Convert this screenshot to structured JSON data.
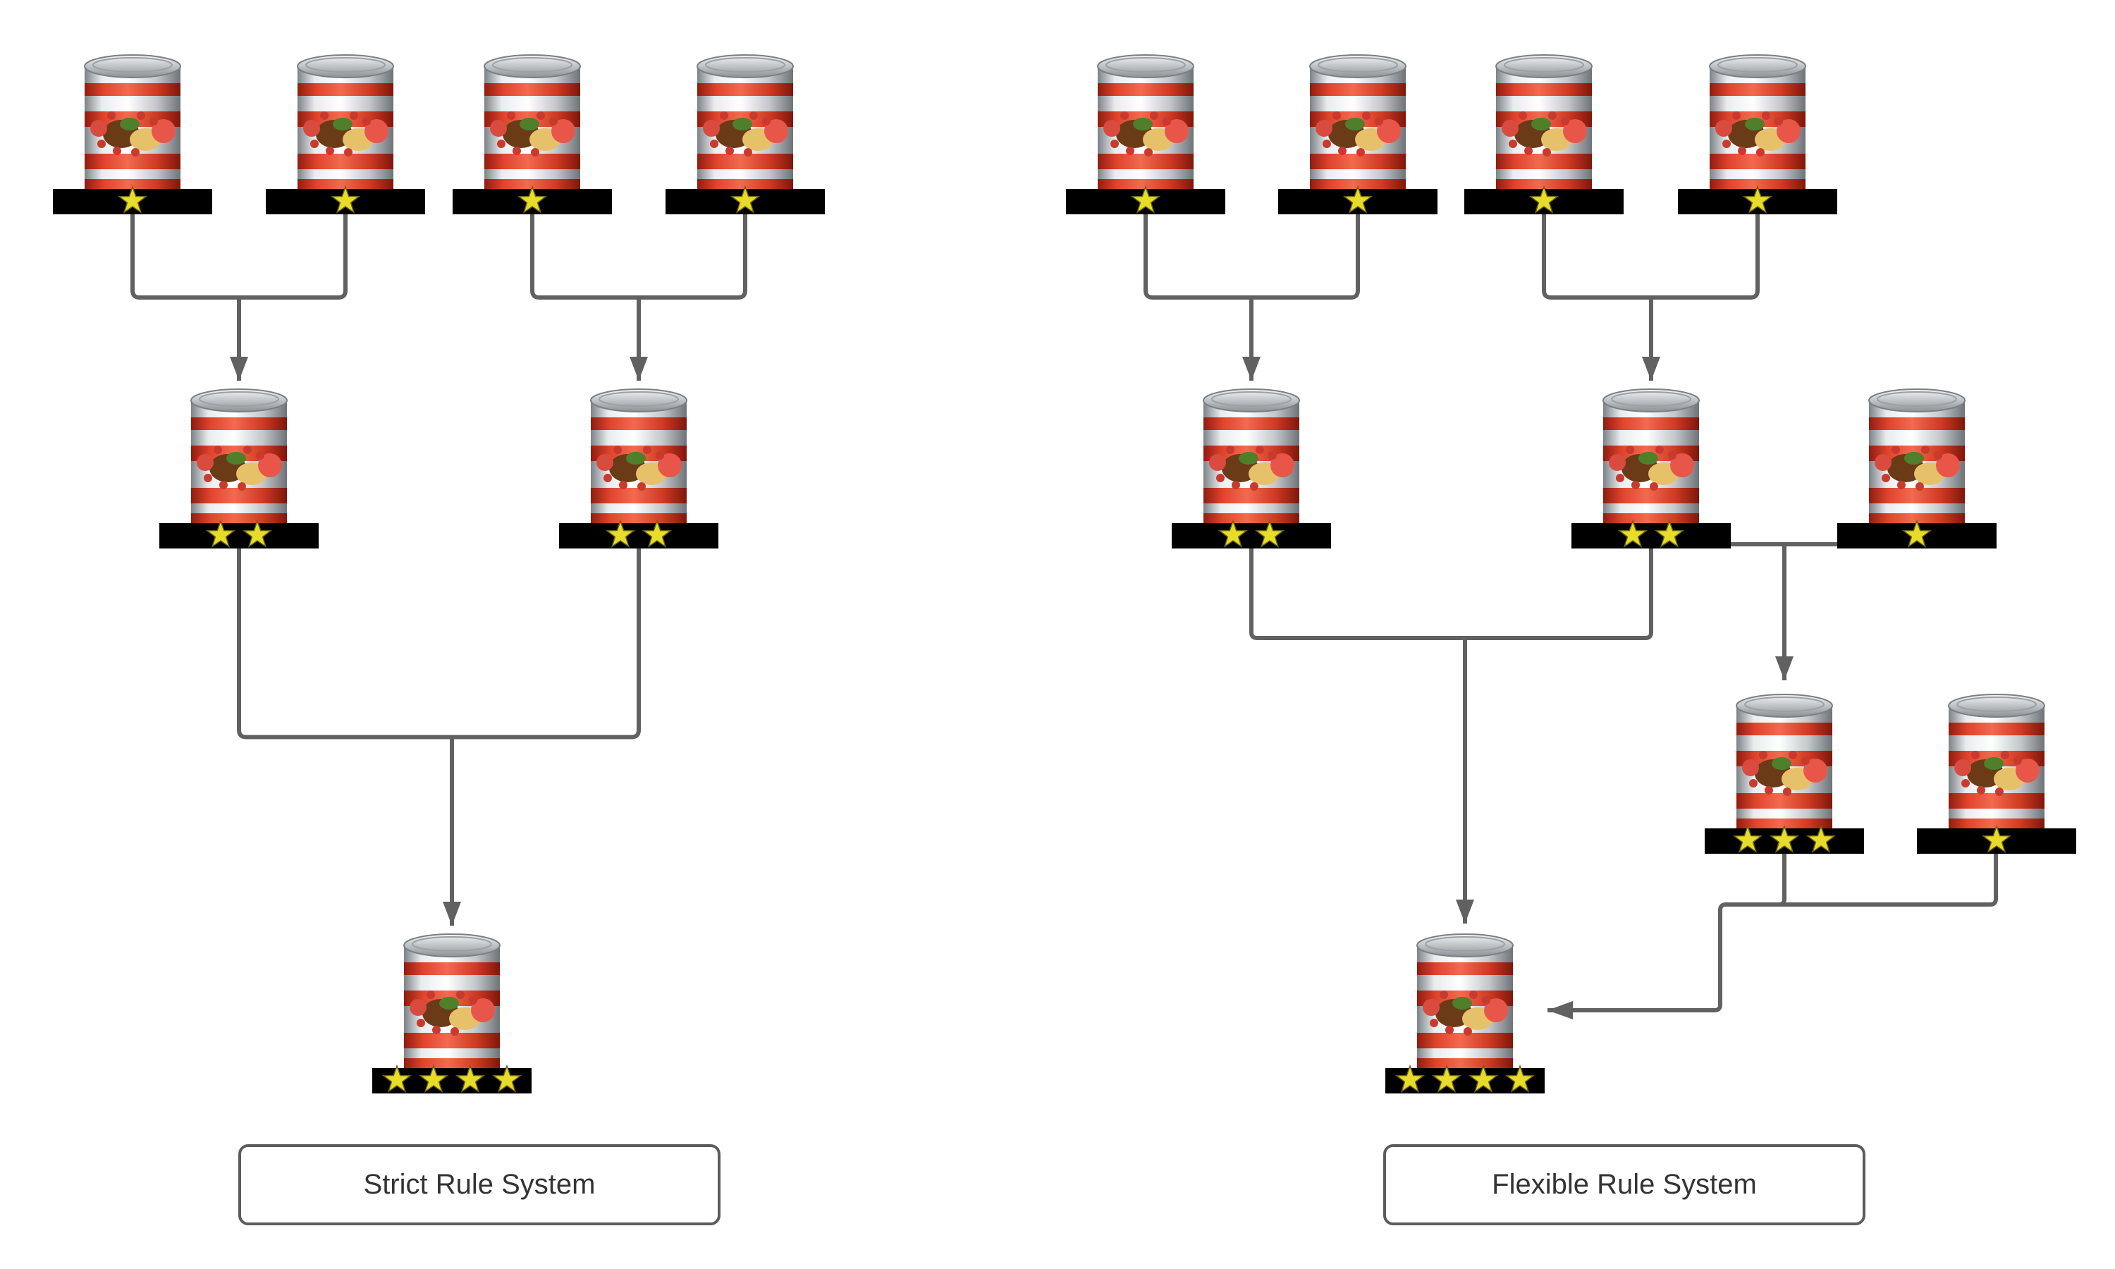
{
  "panels": [
    {
      "id": "strict",
      "label": "Strict Rule System"
    },
    {
      "id": "flexible",
      "label": "Flexible Rule System"
    }
  ],
  "nodes": [
    {
      "id": "s1",
      "panel": "strict",
      "icon": "food-can-icon",
      "stars": 1
    },
    {
      "id": "s2",
      "panel": "strict",
      "icon": "food-can-icon",
      "stars": 1
    },
    {
      "id": "s3",
      "panel": "strict",
      "icon": "food-can-icon",
      "stars": 1
    },
    {
      "id": "s4",
      "panel": "strict",
      "icon": "food-can-icon",
      "stars": 1
    },
    {
      "id": "s5",
      "panel": "strict",
      "icon": "food-can-icon",
      "stars": 2
    },
    {
      "id": "s6",
      "panel": "strict",
      "icon": "food-can-icon",
      "stars": 2
    },
    {
      "id": "s7",
      "panel": "strict",
      "icon": "food-can-icon",
      "stars": 4
    },
    {
      "id": "f1",
      "panel": "flexible",
      "icon": "food-can-icon",
      "stars": 1
    },
    {
      "id": "f2",
      "panel": "flexible",
      "icon": "food-can-icon",
      "stars": 1
    },
    {
      "id": "f3",
      "panel": "flexible",
      "icon": "food-can-icon",
      "stars": 1
    },
    {
      "id": "f4",
      "panel": "flexible",
      "icon": "food-can-icon",
      "stars": 1
    },
    {
      "id": "f5",
      "panel": "flexible",
      "icon": "food-can-icon",
      "stars": 2
    },
    {
      "id": "f6",
      "panel": "flexible",
      "icon": "food-can-icon",
      "stars": 2
    },
    {
      "id": "f7",
      "panel": "flexible",
      "icon": "food-can-icon",
      "stars": 1
    },
    {
      "id": "f8",
      "panel": "flexible",
      "icon": "food-can-icon",
      "stars": 3
    },
    {
      "id": "f9",
      "panel": "flexible",
      "icon": "food-can-icon",
      "stars": 1
    },
    {
      "id": "f10",
      "panel": "flexible",
      "icon": "food-can-icon",
      "stars": 4
    }
  ],
  "merges": [
    {
      "from": [
        "s1",
        "s2"
      ],
      "to": "s5"
    },
    {
      "from": [
        "s3",
        "s4"
      ],
      "to": "s6"
    },
    {
      "from": [
        "s5",
        "s6"
      ],
      "to": "s7"
    },
    {
      "from": [
        "f1",
        "f2"
      ],
      "to": "f5"
    },
    {
      "from": [
        "f3",
        "f4"
      ],
      "to": "f6"
    },
    {
      "from": [
        "f5",
        "f6"
      ],
      "to": "f10"
    },
    {
      "from": [
        "f6",
        "f7"
      ],
      "to": "f8"
    },
    {
      "from": [
        "f8",
        "f9"
      ],
      "to": "f10"
    }
  ],
  "colors": {
    "connector": "#616161",
    "bar": "#000000",
    "star": "#e8dc2a",
    "label_border": "#5c5c5c",
    "label_text": "#333333",
    "can_red": "#c8321e",
    "can_silver": "#b4b8bc"
  }
}
